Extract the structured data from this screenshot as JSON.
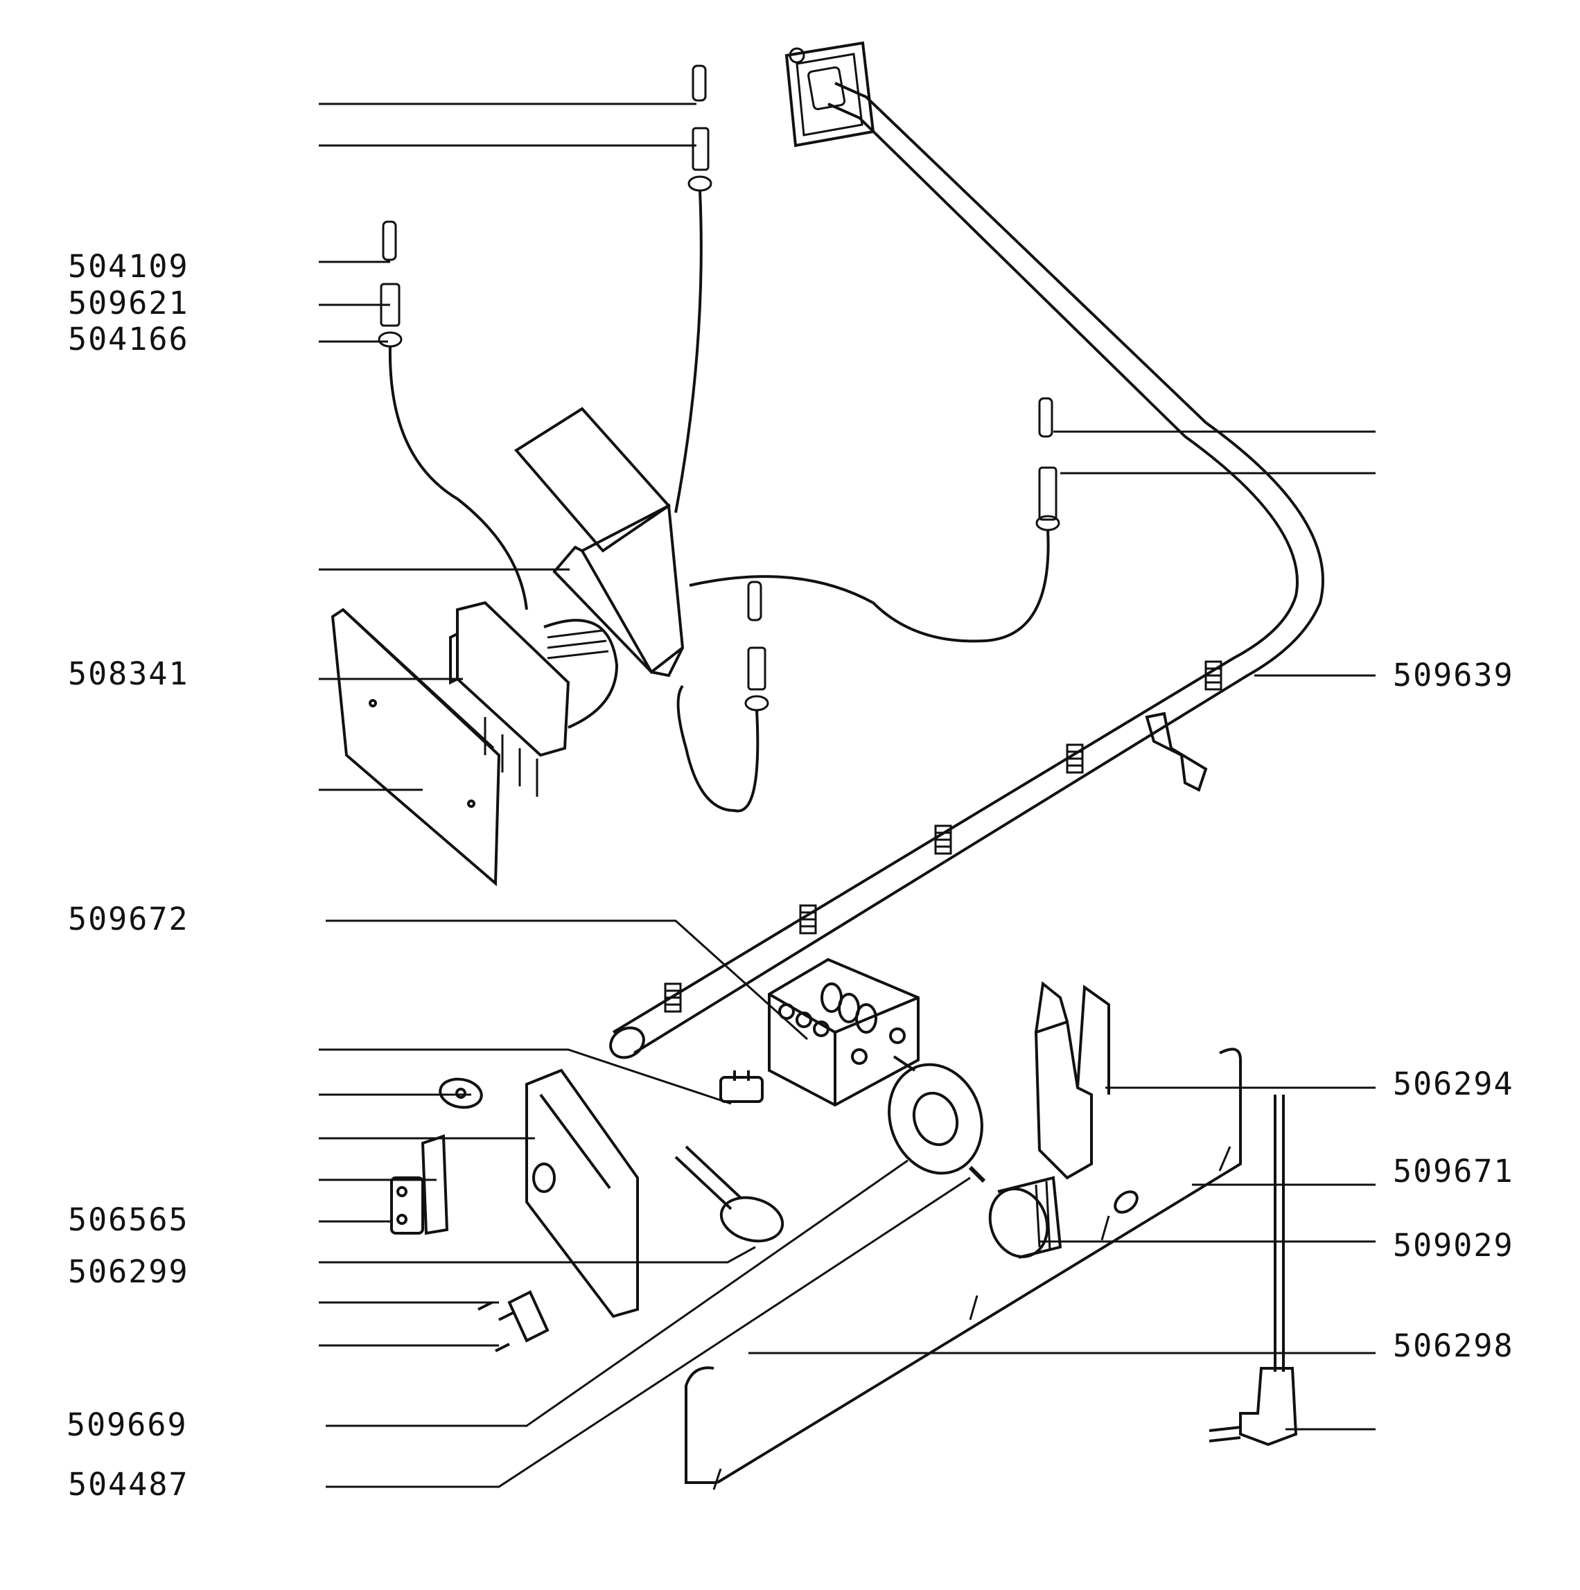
{
  "part_numbers": {
    "p504109": "504109",
    "p509621": "509621",
    "p504166": "504166",
    "p508341": "508341",
    "p509672": "509672",
    "p506565": "506565",
    "p506299": "506299",
    "p509669": "509669",
    "p504487": "504487",
    "p509639": "509639",
    "p506294": "506294",
    "p509671": "509671",
    "p509029": "509029",
    "p506298": "506298"
  },
  "colors": {
    "ink": "#111111",
    "paper": "#ffffff"
  }
}
